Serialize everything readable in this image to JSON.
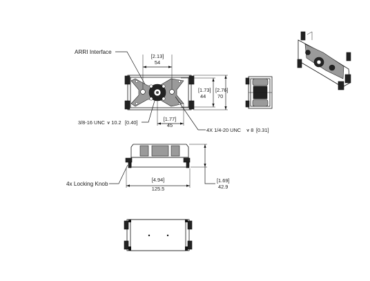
{
  "drawing": {
    "callouts": {
      "arri_interface": "ARRI Interface",
      "locking_knob": "4x Locking Knob",
      "thread_center": "3/8-16 UNC",
      "thread_center_depth": "⩛ 10.2",
      "thread_center_depth_in": "[0.40]",
      "thread_corner": "4X 1/4-20 UNC",
      "thread_corner_depth": "⩛ 8",
      "thread_corner_depth_in": "[0.31]"
    },
    "dims": {
      "top_width_in": "[2.13]",
      "top_width_mm": "54",
      "inner_height_in": "[1.73]",
      "inner_height_mm": "44",
      "outer_height_in": "[2.76]",
      "outer_height_mm": "70",
      "center_offset_in": "[1.77]",
      "center_offset_mm": "45",
      "side_width_in": "[4.94]",
      "side_width_mm": "125.5",
      "side_height_in": "[1.69]",
      "side_height_mm": "42.9"
    }
  }
}
